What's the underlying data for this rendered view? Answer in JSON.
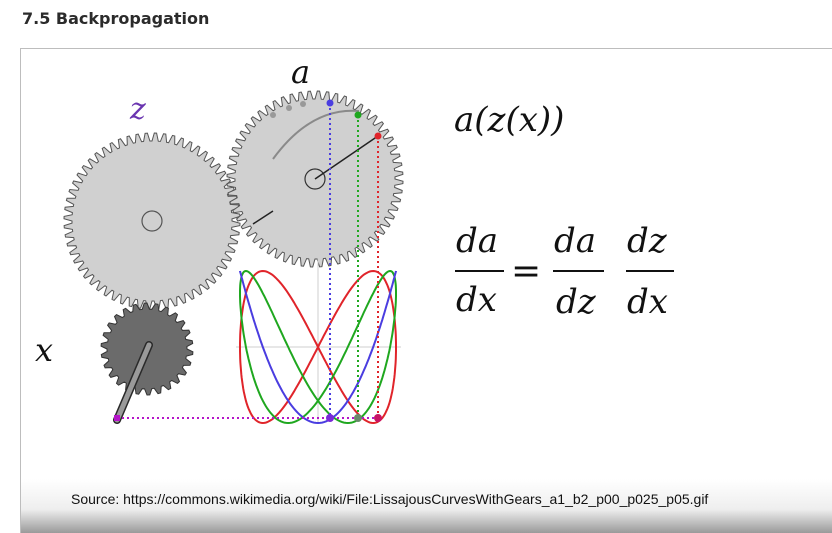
{
  "section": {
    "heading": "7.5 Backpropagation"
  },
  "diagram": {
    "gear_labels": {
      "z": "z",
      "a": "a",
      "x": "x"
    },
    "colors": {
      "gear_z": "#d0d0d0",
      "gear_a": "#d0d0d0",
      "gear_x": "#6b6b6b",
      "z_label": "#6a35b0",
      "curve_blue": "#4a3de0",
      "curve_green": "#1fa71f",
      "curve_red": "#e0242a",
      "dot_magenta": "#b414c8",
      "outline": "#555555"
    }
  },
  "equations": {
    "composition": "a(z(x))",
    "lhs_numerator": "da",
    "lhs_denominator": "dx",
    "equals": "=",
    "f1_numerator": "da",
    "f1_denominator": "dz",
    "f2_numerator": "dz",
    "f2_denominator": "dx"
  },
  "source": {
    "caption": "Source: https://commons.wikimedia.org/wiki/File:LissajousCurvesWithGears_a1_b2_p00_p025_p05.gif"
  }
}
